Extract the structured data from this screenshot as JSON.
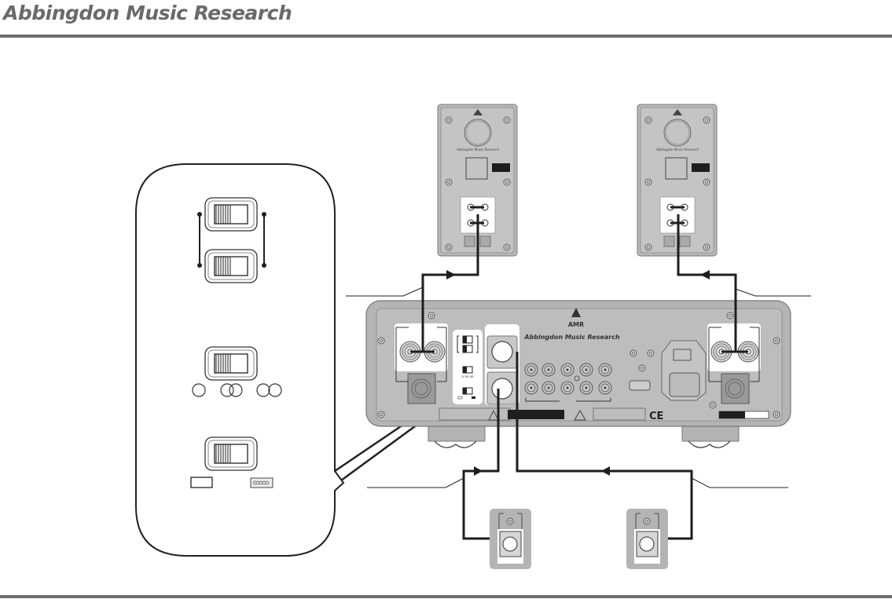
{
  "header": {
    "brand_name": "Abbingdon Music Research"
  },
  "diagram": {
    "type": "wiring-diagram",
    "amplifier": {
      "logo_text": "Abbingdon Music Research",
      "logo_mark": "AMR",
      "certification_mark": "CE"
    },
    "speakers": [
      {
        "id": "speaker-left",
        "logo_text": "Abbingdon Music Research"
      },
      {
        "id": "speaker-right",
        "logo_text": "Abbingdon Music Research"
      }
    ],
    "inset_detail": {
      "description": "Enlarged detail of amplifier selector switches"
    },
    "colors": {
      "chassis": "#b4b4b4",
      "panel_highlight": "#ffffff",
      "cable": "#1e1e1e",
      "rule": "#6e6e6e"
    }
  }
}
